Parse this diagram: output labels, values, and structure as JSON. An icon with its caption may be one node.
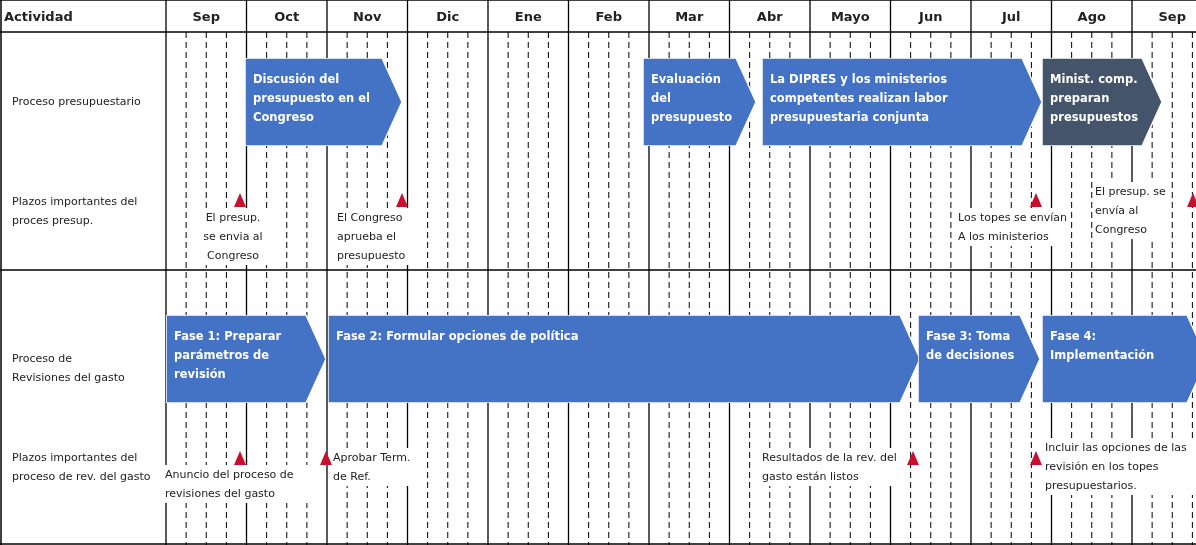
{
  "diagram": {
    "nodes": [
      {
        "text": [
          "Discusión del presupuesto en el Congreso"
        ]
      },
      {
        "text": [
          "Evaluación del presupuesto"
        ]
      },
      {
        "text": [
          "La DIPRES y los ministerios competentes realizan labor presupuestaria conjunta"
        ]
      },
      {
        "text": [
          "Minist. comp. preparan presupuestos"
        ]
      },
      {
        "text": [
          "Fase 1: Preparar parámetros de revisión"
        ]
      },
      {
        "text": [
          "Fase 2: Formular opciones de política"
        ]
      },
      {
        "text": [
          "Fase 3: Toma de decisiones"
        ]
      },
      {
        "text": [
          "Fase 4: Implementación"
        ]
      }
    ],
    "edges": [],
    "labels": [
      "Actividad",
      "Sep",
      "Oct",
      "Nov",
      "Dic",
      "Ene",
      "Feb",
      "Mar",
      "Abr",
      "Mayo",
      "Jun",
      "Jul",
      "Ago",
      "Sep",
      "Proceso presupuestario",
      "Plazos importantes del proces presup.",
      "El presup. se envia al Congreso",
      "El Congreso aprueba el presupuesto",
      "Los topes se envían A los ministerios",
      "El presup. se envía al Congreso",
      "Proceso de Revisiones del gasto",
      "Plazos importantes del proceso de rev. del gasto",
      "Anuncio del proceso de revisiones del gasto",
      "Aprobar Term. de Ref.",
      "Resultados de la rev. del gasto están listos",
      "Incluir las opciones de las revisión en los topes presupuestarios."
    ]
  }
}
